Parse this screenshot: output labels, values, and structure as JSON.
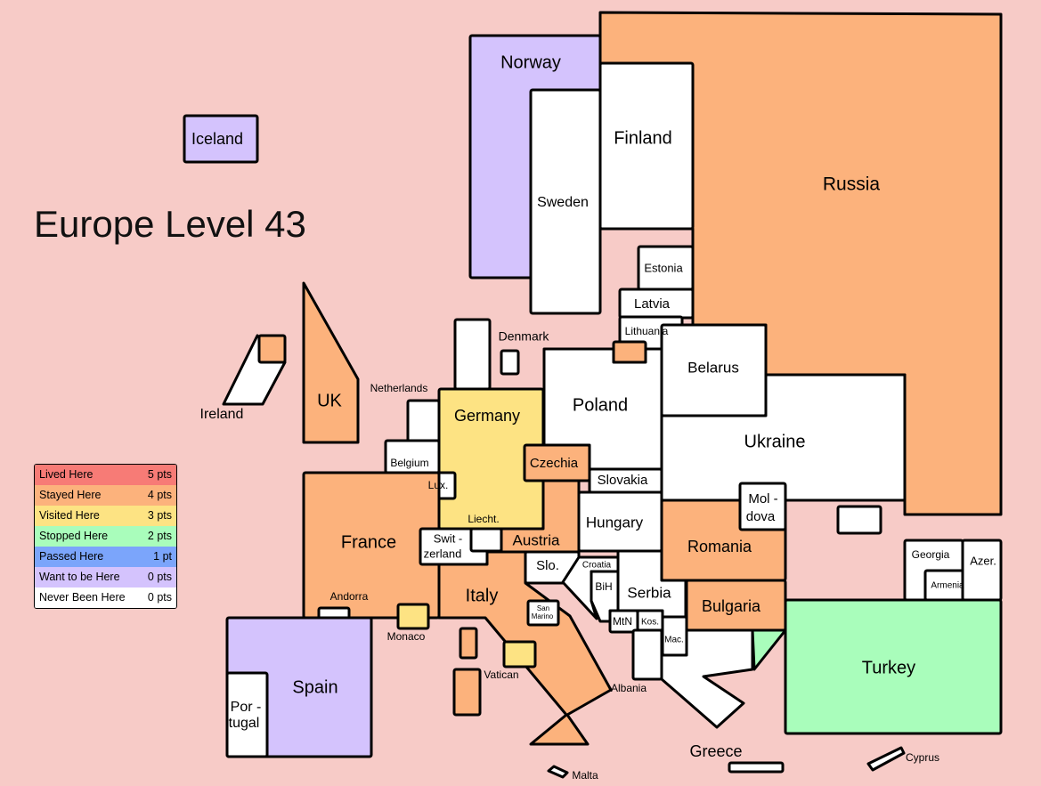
{
  "title": "Europe Level 43",
  "colors": {
    "background": "#f7cbc7",
    "lived": "#f77b76",
    "stayed": "#fcb27c",
    "visited": "#fde383",
    "stopped": "#a9fdbb",
    "passed": "#7ba5fb",
    "want": "#d4c3fd",
    "never": "#ffffff"
  },
  "legend": [
    {
      "label": "Lived Here",
      "points": "5 pts",
      "color": "#f77b76"
    },
    {
      "label": "Stayed Here",
      "points": "4 pts",
      "color": "#fcb27c"
    },
    {
      "label": "Visited Here",
      "points": "3 pts",
      "color": "#fde383"
    },
    {
      "label": "Stopped Here",
      "points": "2 pts",
      "color": "#a9fdbb"
    },
    {
      "label": "Passed Here",
      "points": "1 pt",
      "color": "#7ba5fb"
    },
    {
      "label": "Want to be Here",
      "points": "0 pts",
      "color": "#d4c3fd"
    },
    {
      "label": "Never Been Here",
      "points": "0 pts",
      "color": "#ffffff"
    }
  ],
  "countries": {
    "russia": {
      "label": "Russia",
      "status": "stayed"
    },
    "norway": {
      "label": "Norway",
      "status": "want"
    },
    "sweden": {
      "label": "Sweden",
      "status": "never"
    },
    "finland": {
      "label": "Finland",
      "status": "never"
    },
    "iceland": {
      "label": "Iceland",
      "status": "want"
    },
    "estonia": {
      "label": "Estonia",
      "status": "never"
    },
    "latvia": {
      "label": "Latvia",
      "status": "never"
    },
    "lithuania": {
      "label": "Lithuania",
      "status": "never"
    },
    "kaliningrad": {
      "status": "stayed"
    },
    "denmark": {
      "label": "Denmark",
      "status": "never"
    },
    "belarus": {
      "label": "Belarus",
      "status": "never"
    },
    "poland": {
      "label": "Poland",
      "status": "never"
    },
    "ukraine": {
      "label": "Ukraine",
      "status": "never"
    },
    "germany": {
      "label": "Germany",
      "status": "visited"
    },
    "netherlands": {
      "label": "Netherlands",
      "status": "never"
    },
    "belgium": {
      "label": "Belgium",
      "status": "never"
    },
    "luxembourg": {
      "label": "Lux.",
      "status": "never"
    },
    "uk": {
      "label": "UK",
      "status": "stayed"
    },
    "ireland": {
      "label": "Ireland",
      "status": "never"
    },
    "northern_ireland": {
      "status": "stayed"
    },
    "czechia": {
      "label": "Czechia",
      "status": "stayed"
    },
    "slovakia": {
      "label": "Slovakia",
      "status": "never"
    },
    "hungary": {
      "label": "Hungary",
      "status": "never"
    },
    "austria": {
      "label": "Austria",
      "status": "stayed"
    },
    "liechtenstein": {
      "label": "Liecht.",
      "status": "never"
    },
    "switzerland": {
      "label_1": "Swit -",
      "label_2": "zerland",
      "status": "never"
    },
    "france": {
      "label": "France",
      "status": "stayed"
    },
    "andorra": {
      "label": "Andorra",
      "status": "never"
    },
    "monaco": {
      "label": "Monaco",
      "status": "visited"
    },
    "spain": {
      "label": "Spain",
      "status": "want"
    },
    "portugal": {
      "label_1": "Por -",
      "label_2": "tugal",
      "status": "never"
    },
    "italy": {
      "label": "Italy",
      "status": "stayed"
    },
    "vatican": {
      "label": "Vatican",
      "status": "visited"
    },
    "san_marino": {
      "label_1": "San",
      "label_2": "Marino",
      "status": "never"
    },
    "sardinia": {
      "status": "stayed"
    },
    "corsica": {
      "status": "stayed"
    },
    "malta": {
      "label": "Malta",
      "status": "never"
    },
    "slovenia": {
      "label": "Slo.",
      "status": "never"
    },
    "croatia": {
      "label": "Croatia",
      "status": "never"
    },
    "bih": {
      "label": "BiH",
      "status": "never"
    },
    "serbia": {
      "label": "Serbia",
      "status": "never"
    },
    "montenegro": {
      "label": "MtN",
      "status": "never"
    },
    "kosovo": {
      "label": "Kos.",
      "status": "never"
    },
    "macedonia": {
      "label": "Mac.",
      "status": "never"
    },
    "albania": {
      "label": "Albania",
      "status": "never"
    },
    "greece": {
      "label": "Greece",
      "status": "never"
    },
    "romania": {
      "label": "Romania",
      "status": "stayed"
    },
    "moldova": {
      "label_1": "Mol -",
      "label_2": "dova",
      "status": "never"
    },
    "crimea": {
      "status": "never"
    },
    "bulgaria": {
      "label": "Bulgaria",
      "status": "stayed"
    },
    "turkey": {
      "label": "Turkey",
      "status": "stopped"
    },
    "turkey_europe": {
      "status": "stopped"
    },
    "georgia": {
      "label": "Georgia",
      "status": "never"
    },
    "armenia": {
      "label": "Armenia",
      "status": "never"
    },
    "azerbaijan": {
      "label": "Azer.",
      "status": "never"
    },
    "cyprus": {
      "label": "Cyprus",
      "status": "never"
    },
    "crete": {
      "status": "never"
    }
  }
}
